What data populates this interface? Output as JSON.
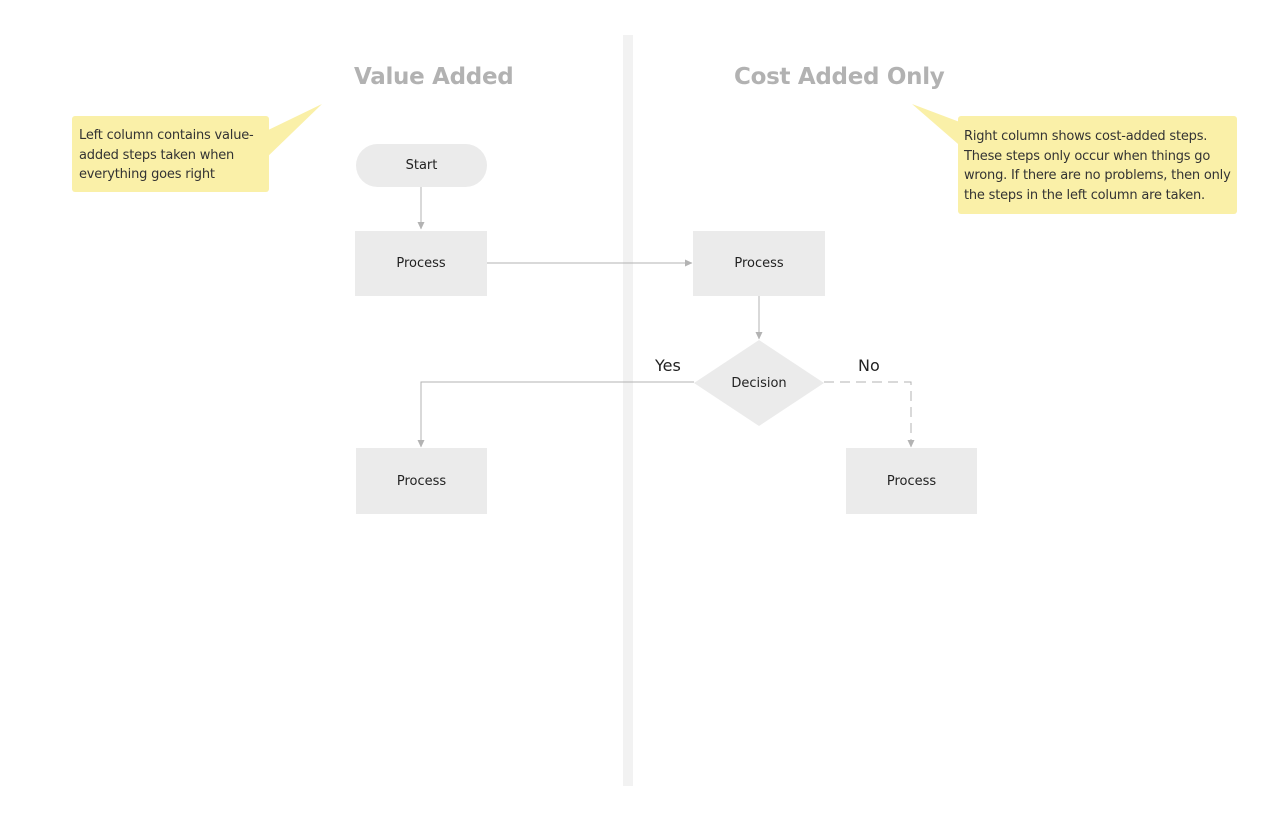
{
  "columns": {
    "left_title": "Value Added",
    "right_title": "Cost Added Only"
  },
  "callouts": {
    "left": "Left column contains value-added steps taken when everything goes right",
    "right": "Right column shows cost-added steps. These steps only occur when things go wrong. If there are no problems, then only the steps in the left column are taken."
  },
  "nodes": {
    "start": "Start",
    "process_1": "Process",
    "process_2": "Process",
    "decision": "Decision",
    "process_yes": "Process",
    "process_no": "Process"
  },
  "branches": {
    "yes": "Yes",
    "no": "No"
  },
  "colors": {
    "shape_fill": "#ebebeb",
    "connector": "#b3b3b3",
    "callout_fill": "#faf0a8",
    "title_text": "#b2b2b2",
    "divider": "#f2f2f2"
  }
}
